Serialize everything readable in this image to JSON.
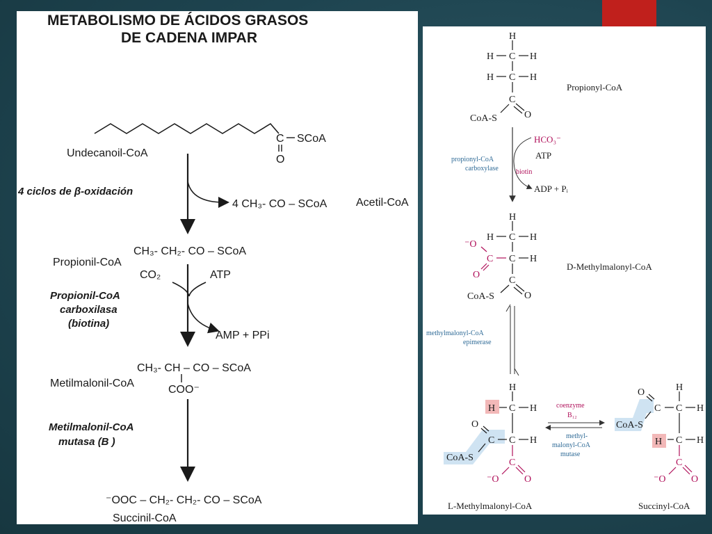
{
  "left": {
    "title_line1": "METABOLISMO DE ÁCIDOS GRASOS",
    "title_line2": "DE CADENA IMPAR",
    "undecanoil_label": "Undecanoil-CoA",
    "carbonyl_c": "C",
    "carbonyl_o": "O",
    "scoa": "SCoA",
    "step1_label": "4 ciclos de β-oxidación",
    "step1_product": "4 CH₃- CO – SCoA",
    "acetil_label": "Acetil-CoA",
    "propionil_formula": "CH₃- CH₂- CO – SCoA",
    "propionil_label": "Propionil-CoA",
    "co2": "CO₂",
    "atp": "ATP",
    "enzyme2_line1": "Propionil-CoA",
    "enzyme2_line2": "carboxilasa",
    "enzyme2_line3": "(biotina)",
    "amp": "AMP + PPi",
    "metil_formula": "CH₃- CH – CO – SCoA",
    "metil_coo": "COO⁻",
    "metil_label": "Metilmalonil-CoA",
    "enzyme3_line1": "Metilmalonil-CoA",
    "enzyme3_line2": "mutasa (B  )",
    "succinil_formula": "⁻OOC – CH₂- CH₂- CO – SCoA",
    "succinil_label": "Succinil-CoA"
  },
  "right": {
    "propionyl_label": "Propionyl-CoA",
    "hco3": "HCO₃⁻",
    "atp": "ATP",
    "enzyme1_line1": "propionyl-CoA",
    "enzyme1_line2": "carboxylase",
    "biotin": "biotin",
    "adp": "ADP + Pᵢ",
    "d_methyl_label": "D-Methylmalonyl-CoA",
    "epimerase_line1": "methylmalonyl-CoA",
    "epimerase_line2": "epimerase",
    "coenzyme_line1": "coenzyme",
    "coenzyme_line2": "B₁₂",
    "mutase_line1": "methyl-",
    "mutase_line2": "malonyl-CoA",
    "mutase_line3": "mutase",
    "l_methyl_label": "L-Methylmalonyl-CoA",
    "succinyl_label": "Succinyl-CoA",
    "atom_h": "H",
    "atom_c": "C",
    "atom_o": "O",
    "atom_o_minus": "⁻O",
    "coas": "CoA-S",
    "coas_right": "CoA-S"
  },
  "colors": {
    "accent": "#c0201c",
    "background": "#1e4450",
    "magenta": "#b0105a",
    "enzyme_blue": "#2e6a96",
    "highlight_blue": "#cfe3f2",
    "highlight_pink": "#f2b8b8"
  }
}
